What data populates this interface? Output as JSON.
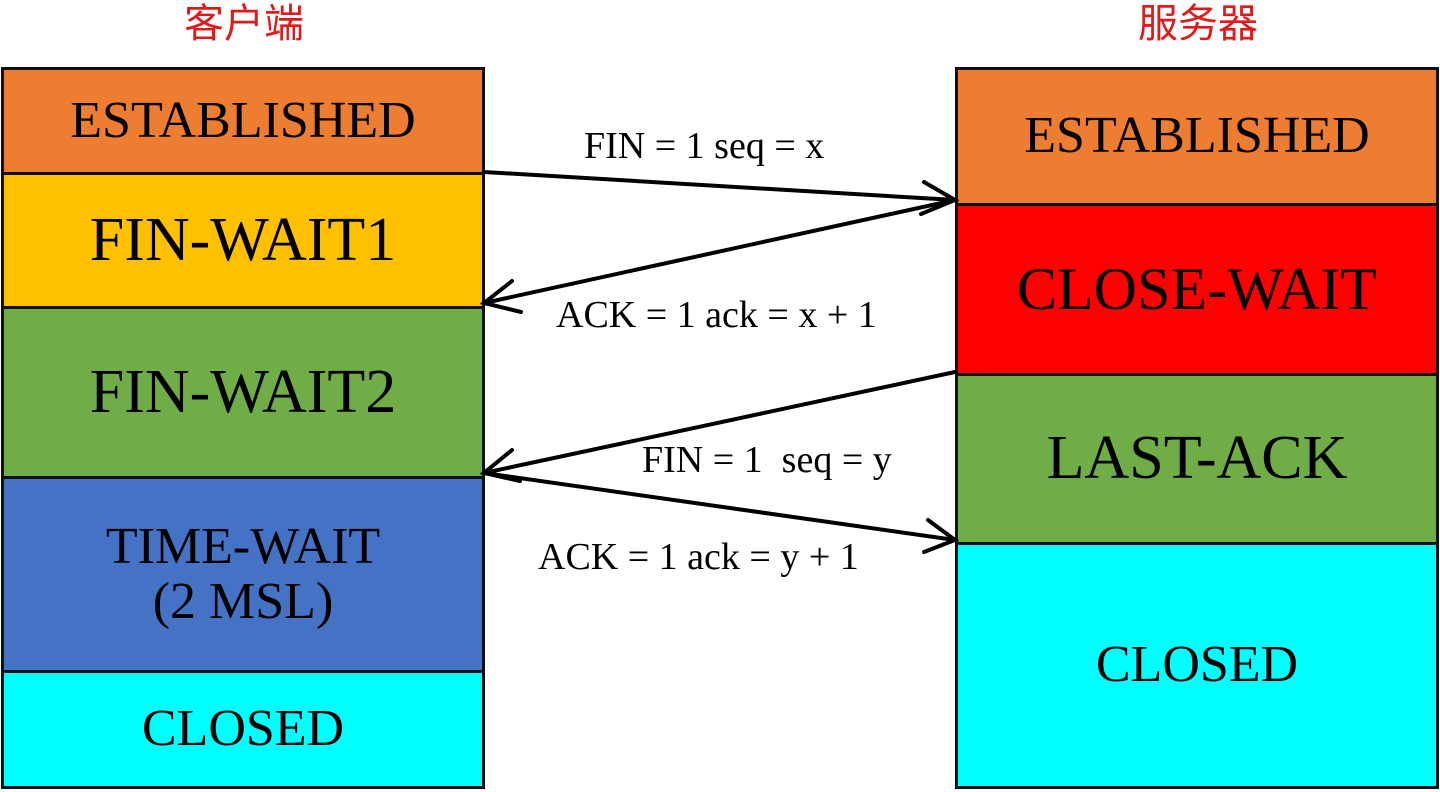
{
  "client": {
    "title": "客户端",
    "states": [
      {
        "label": "ESTABLISHED",
        "color": "#ED7D31"
      },
      {
        "label": "FIN-WAIT1",
        "color": "#FFC000"
      },
      {
        "label": "FIN-WAIT2",
        "color": "#70AD47"
      },
      {
        "label": "TIME-WAIT\n(2 MSL)",
        "color": "#4472C4"
      },
      {
        "label": "CLOSED",
        "color": "#00FFFF"
      }
    ]
  },
  "server": {
    "title": "服务器",
    "states": [
      {
        "label": "ESTABLISHED",
        "color": "#ED7D31"
      },
      {
        "label": "CLOSE-WAIT",
        "color": "#FF0000"
      },
      {
        "label": "LAST-ACK",
        "color": "#70AD47"
      },
      {
        "label": "CLOSED",
        "color": "#00FFFF"
      }
    ]
  },
  "messages": [
    {
      "label": "FIN = 1 seq = x",
      "direction": "client-to-server"
    },
    {
      "label": "ACK = 1 ack = x + 1",
      "direction": "server-to-client"
    },
    {
      "label": "FIN = 1  seq = y",
      "direction": "server-to-client"
    },
    {
      "label": "ACK = 1 ack = y + 1",
      "direction": "client-to-server"
    }
  ],
  "title_color": "#E01A1A"
}
